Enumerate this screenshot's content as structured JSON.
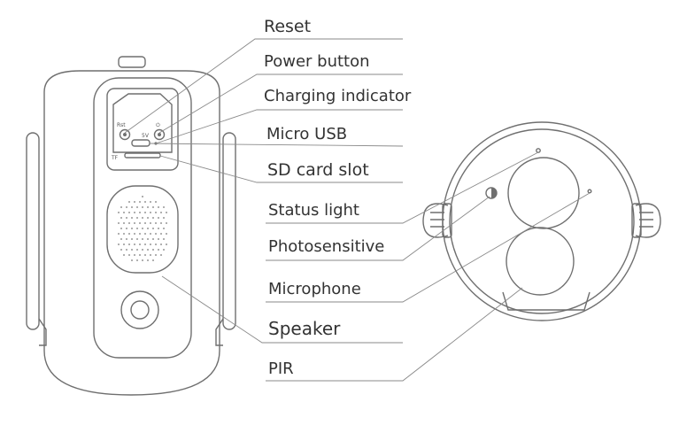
{
  "labels": {
    "reset": "Reset",
    "power_button": "Power button",
    "charging_indicator": "Charging indicator",
    "micro_usb": "Micro USB",
    "sd_card_slot": "SD card slot",
    "status_light": "Status light",
    "photosensitive": "Photosensitive",
    "microphone": "Microphone",
    "speaker": "Speaker",
    "pir": "PIR"
  },
  "panel_marks": {
    "rst": "Rst",
    "pwr": "⏻",
    "usb": "5V",
    "tf": "TF"
  },
  "colors": {
    "line": "#8a8a8a",
    "outline": "#6f6f6f",
    "text": "#333333",
    "background": "#ffffff"
  }
}
